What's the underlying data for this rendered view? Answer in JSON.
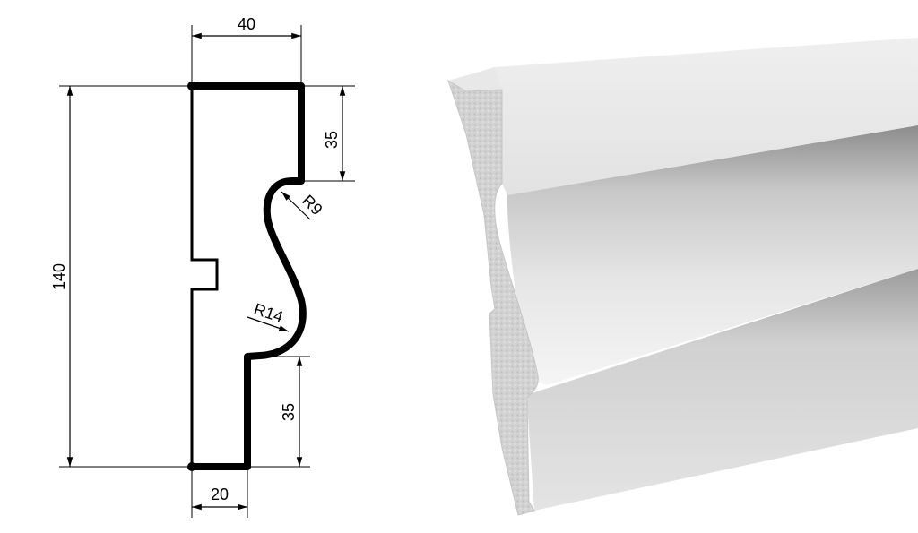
{
  "drawing": {
    "width_top": "40",
    "height_total": "140",
    "top_step": "35",
    "bottom_step": "35",
    "width_bottom": "20",
    "radius_upper": "R9",
    "radius_lower": "R14"
  },
  "colors": {
    "line": "#000000",
    "render_light": "#f2f2f2",
    "render_mid": "#d9d9d9",
    "render_dark": "#9a9a9a",
    "foam": "#d4d4d4"
  }
}
